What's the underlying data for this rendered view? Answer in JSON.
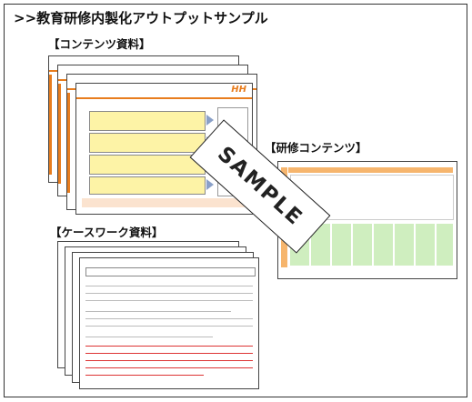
{
  "page": {
    "title": ">>教育研修内製化アウトプットサンプル",
    "stamp_text": "SAMPLE"
  },
  "sections": {
    "contents": "【コンテンツ資料】",
    "training": "【研修コンテンツ】",
    "casework": "【ケースワーク資料】"
  },
  "colors": {
    "accent_orange": "#e87d1e",
    "highlight_yellow": "#fdf3a6",
    "grid_header": "#f6b56d",
    "grid_body_green": "#cfeebf"
  }
}
